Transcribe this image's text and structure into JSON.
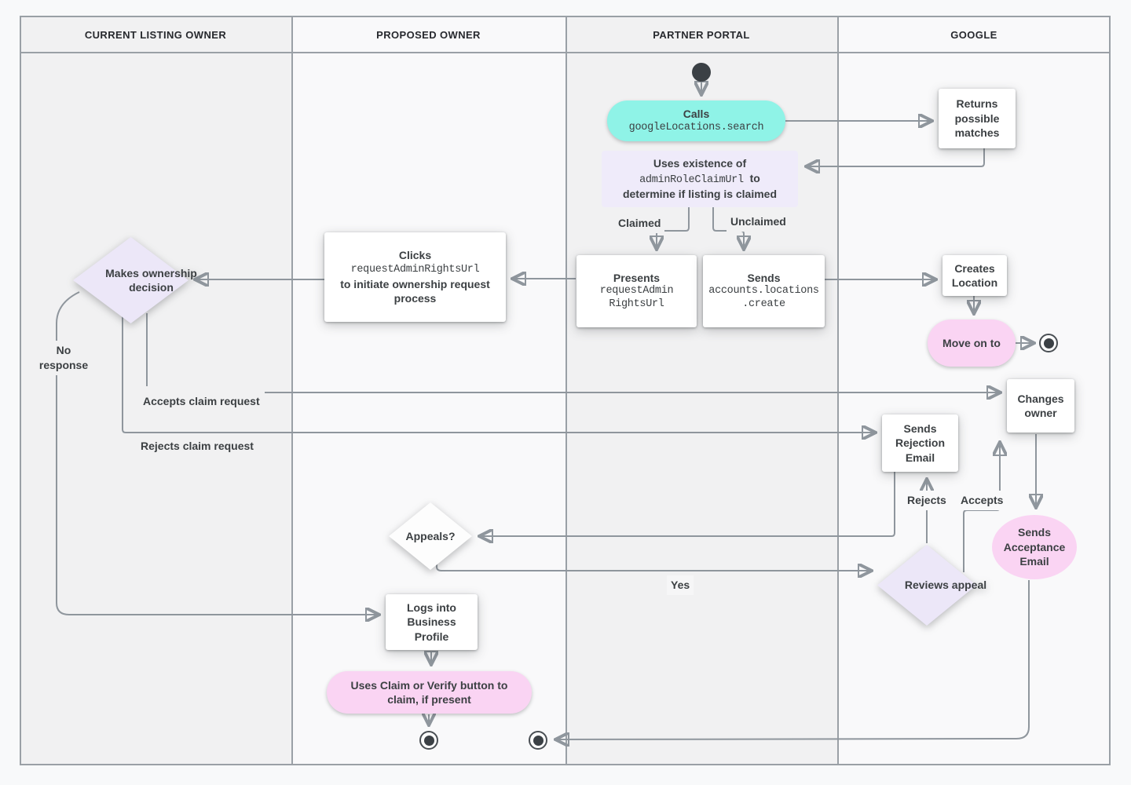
{
  "lanes": [
    {
      "label": "CURRENT LISTING OWNER"
    },
    {
      "label": "PROPOSED OWNER"
    },
    {
      "label": "PARTNER PORTAL"
    },
    {
      "label": "GOOGLE"
    }
  ],
  "nodes": {
    "calls": {
      "title": "Calls",
      "code": "googleLocations.search"
    },
    "returns_matches": {
      "text": "Returns possible matches"
    },
    "uses_existence": {
      "pre": "Uses existence of",
      "code": "adminRoleClaimUrl",
      "mid": "to",
      "post": "determine if listing is claimed"
    },
    "presents": {
      "title": "Presents",
      "code_line1": "requestAdmin",
      "code_line2": "RightsUrl"
    },
    "sends_create": {
      "title": "Sends",
      "code_line1": "accounts.locations",
      "code_line2": ".create"
    },
    "creates_location": {
      "text": "Creates Location"
    },
    "move_on": {
      "text": "Move on to"
    },
    "clicks": {
      "title": "Clicks",
      "code": "requestAdminRightsUrl",
      "post": "to initiate ownership request process"
    },
    "makes_decision": {
      "text": "Makes ownership decision"
    },
    "sends_rejection": {
      "text": "Sends Rejection Email"
    },
    "changes_owner": {
      "text": "Changes owner"
    },
    "sends_acceptance": {
      "text": "Sends Acceptance Email"
    },
    "reviews_appeal": {
      "text": "Reviews appeal"
    },
    "appeals": {
      "text": "Appeals?"
    },
    "logs_in": {
      "text": "Logs into Business Profile"
    },
    "uses_claim": {
      "text": "Uses Claim or Verify button to claim, if present"
    }
  },
  "edge_labels": {
    "claimed": "Claimed",
    "unclaimed": "Unclaimed",
    "no_response": "No response",
    "accepts_claim": "Accepts claim request",
    "rejects_claim": "Rejects claim request",
    "rejects": "Rejects",
    "accepts": "Accepts",
    "yes": "Yes"
  },
  "colors": {
    "teal_action": "#8ff3e7",
    "pink_action": "#fad4f3",
    "lavender_note": "#ece7f8",
    "line": "#8f969d",
    "arrowhead": "#5f6368",
    "text": "#3c4043",
    "lane_dark": "#f1f1f2",
    "lane_light": "#f9f9fa"
  }
}
